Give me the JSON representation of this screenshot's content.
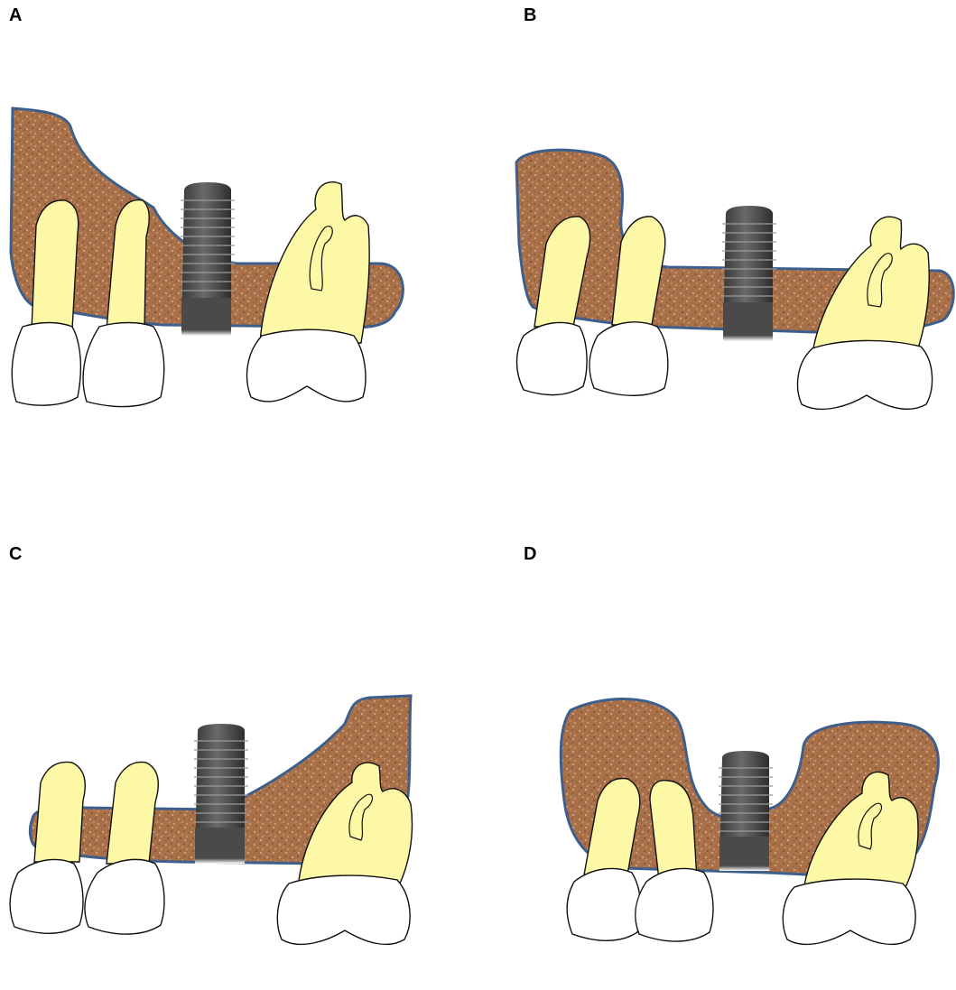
{
  "panels": [
    {
      "label": "A"
    },
    {
      "label": "B"
    },
    {
      "label": "C"
    },
    {
      "label": "D"
    }
  ],
  "colors": {
    "bone": "#a9714a",
    "bone_outline": "#3e5f8c",
    "root": "#fdf8a6",
    "crown": "#ffffff",
    "implant": "#4a4a4a"
  },
  "icons": [
    "bone-graft-icon",
    "tooth-root-icon",
    "tooth-crown-icon",
    "dental-implant-icon"
  ]
}
